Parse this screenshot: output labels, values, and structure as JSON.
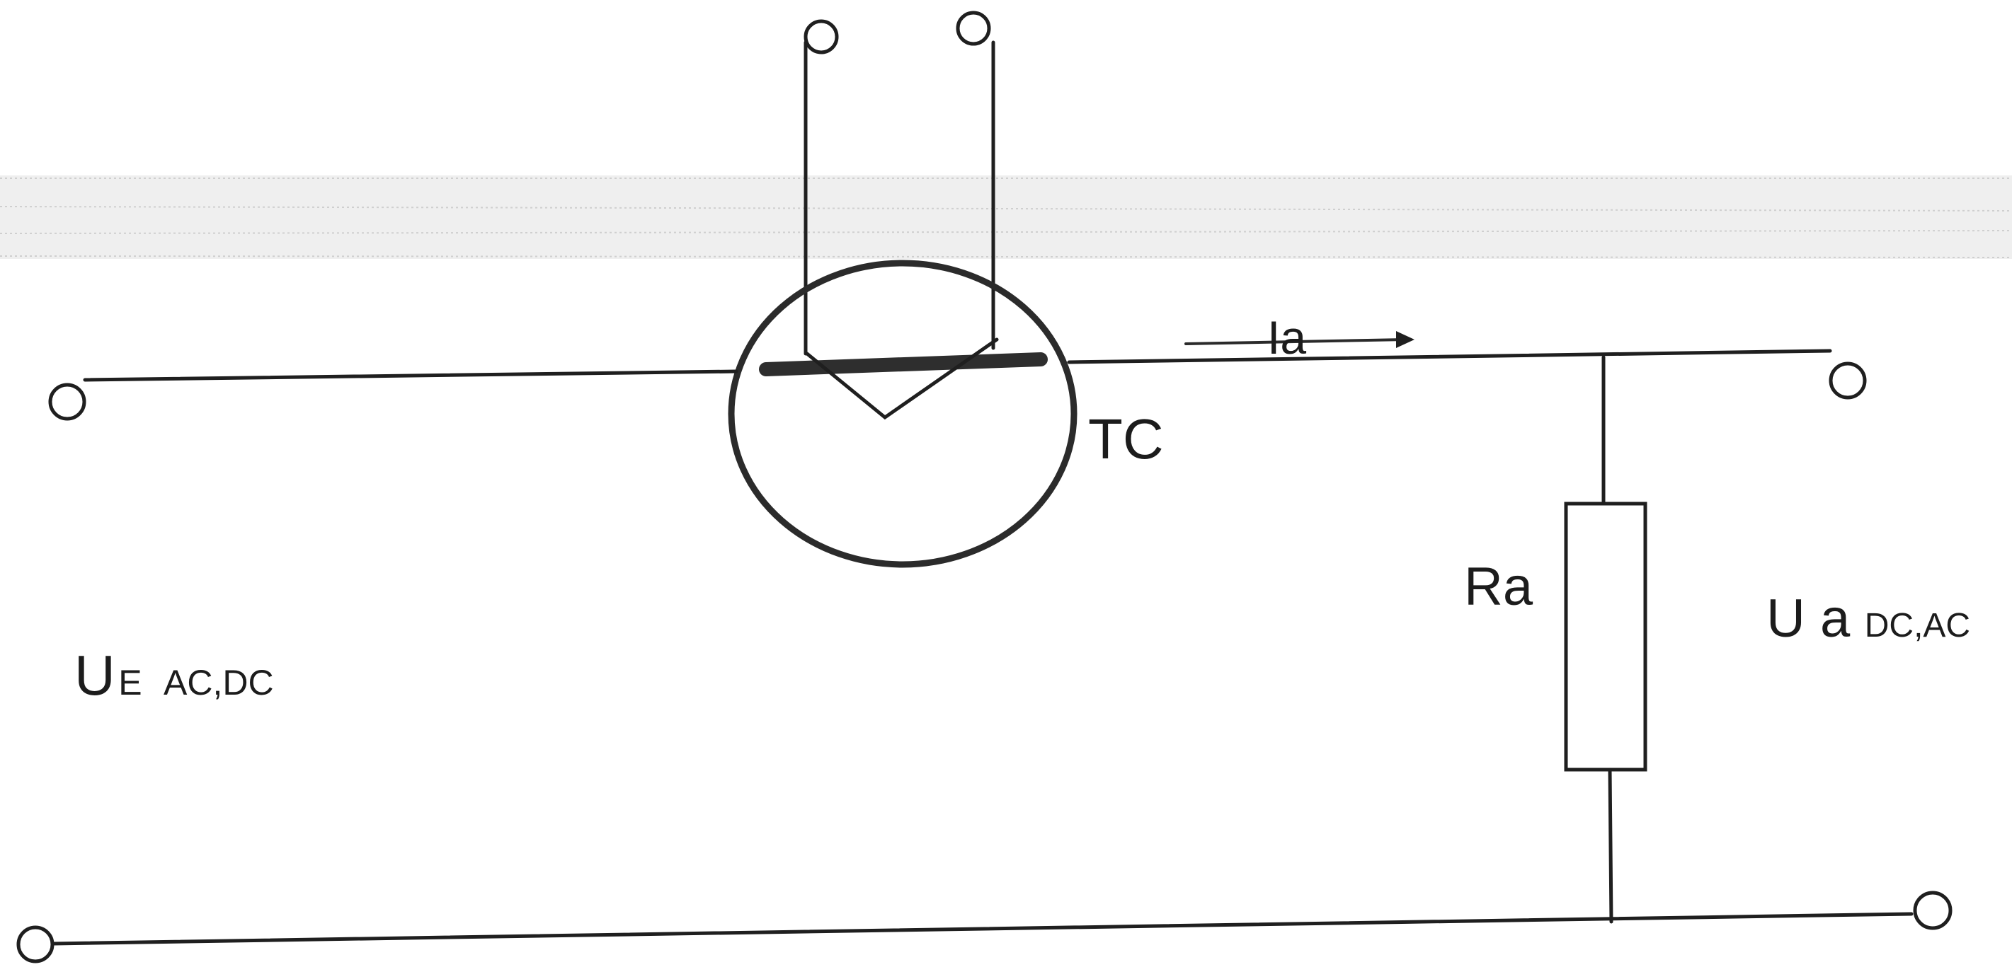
{
  "labels": {
    "input_voltage_main": "U",
    "input_voltage_sub": "E",
    "input_type": "AC,DC",
    "output_voltage_main": "U a",
    "output_type": "DC,AC",
    "thermocouple": "TC",
    "load_resistor": "Ra",
    "output_current": "Ia"
  },
  "colors": {
    "line": "#1f1f1f",
    "background": "#ffffff",
    "scan_artifact": "#efefef"
  }
}
